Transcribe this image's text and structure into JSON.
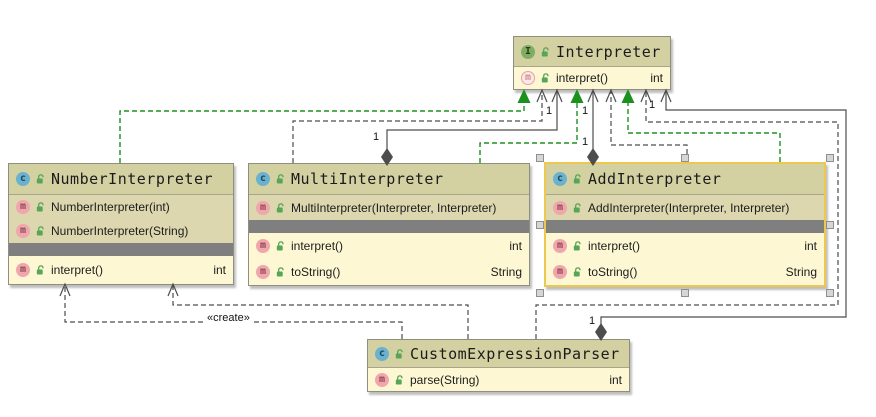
{
  "badges": {
    "method": "m",
    "class": "c",
    "interface": "I"
  },
  "classes": {
    "interpreter": {
      "badge": "I",
      "name": "Interpreter",
      "methods": [
        {
          "label": "interpret()",
          "type": "int"
        }
      ]
    },
    "number_interpreter": {
      "badge": "c",
      "name": "NumberInterpreter",
      "constructors": [
        {
          "label": "NumberInterpreter(int)"
        },
        {
          "label": "NumberInterpreter(String)"
        }
      ],
      "methods": [
        {
          "label": "interpret()",
          "type": "int"
        }
      ]
    },
    "multi_interpreter": {
      "badge": "c",
      "name": "MultiInterpreter",
      "constructors": [
        {
          "label": "MultiInterpreter(Interpreter, Interpreter)"
        }
      ],
      "methods": [
        {
          "label": "interpret()",
          "type": "int"
        },
        {
          "label": "toString()",
          "type": "String"
        }
      ]
    },
    "add_interpreter": {
      "badge": "c",
      "name": "AddInterpreter",
      "constructors": [
        {
          "label": "AddInterpreter(Interpreter, Interpreter)"
        }
      ],
      "methods": [
        {
          "label": "interpret()",
          "type": "int"
        },
        {
          "label": "toString()",
          "type": "String"
        }
      ]
    },
    "parser": {
      "badge": "c",
      "name": "CustomExpressionParser",
      "methods": [
        {
          "label": "parse(String)",
          "type": "int"
        }
      ]
    }
  },
  "edges": {
    "create_label": "«create»",
    "multiplicities": [
      "1",
      "1",
      "1",
      "1",
      "1",
      "1"
    ]
  },
  "colors": {
    "realization_green": "#1d911d",
    "dependency_gray": "#4d4d4d",
    "selection_yellow": "#edc84f",
    "header_bg": "#d3d0a2",
    "constructor_bg": "#dcd7ae",
    "method_bg": "#fdf8d3",
    "separator_gray": "#7f7f7f"
  }
}
